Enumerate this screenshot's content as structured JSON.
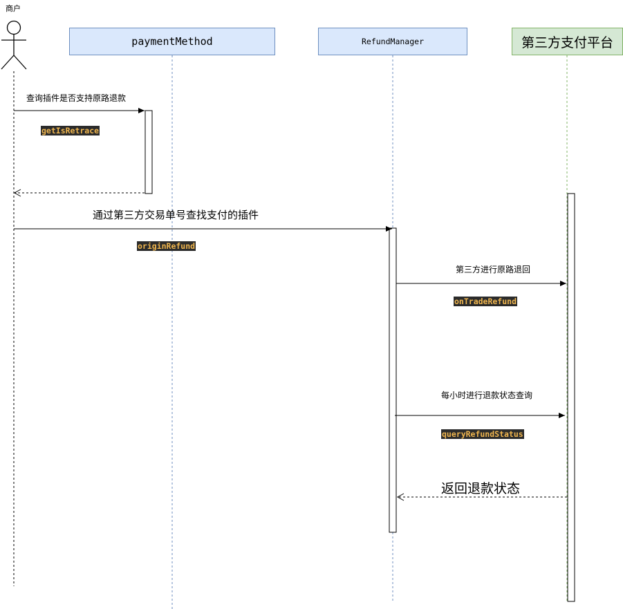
{
  "actor": {
    "label": "商户"
  },
  "participants": {
    "payment_method": "paymentMethod",
    "refund_manager": "RefundManager",
    "third_party": "第三方支付平台"
  },
  "messages": {
    "m1": {
      "text": "查询插件是否支持原路退款",
      "method": "getIsRetrace"
    },
    "m2": {
      "text": "通过第三方交易单号查找支付的插件",
      "method": "originRefund"
    },
    "m3": {
      "text": "第三方进行原路退回",
      "method": "onTradeRefund"
    },
    "m4": {
      "text": "每小时进行退款状态查询",
      "method": "queryRefundStatus"
    },
    "m5": {
      "text": "返回退款状态"
    }
  },
  "colors": {
    "lane_blue_fill": "#dae8fc",
    "lane_blue_border": "#6c8ebf",
    "lane_green_fill": "#d5e8d4",
    "lane_green_border": "#82b366",
    "code_bg": "#2b2b2b",
    "code_fg": "#f0b64f"
  }
}
